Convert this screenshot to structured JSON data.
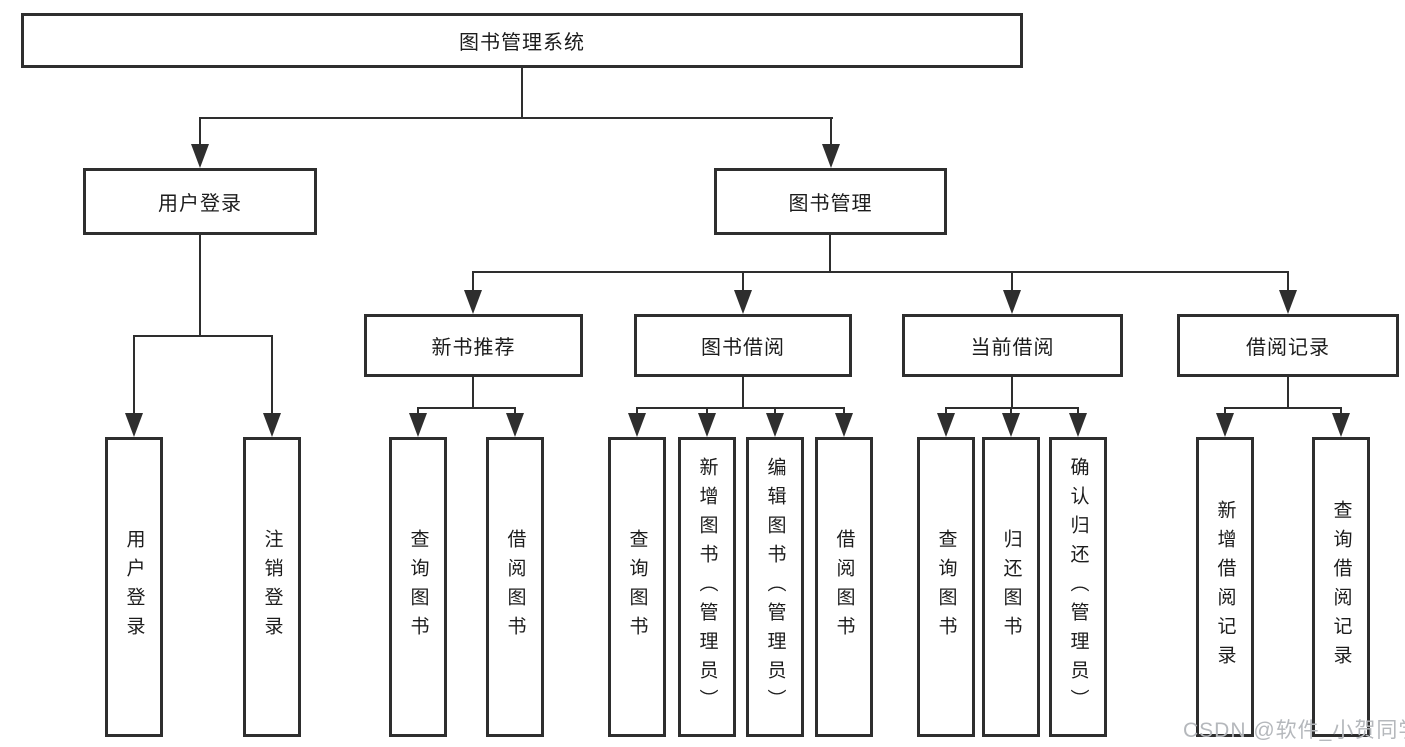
{
  "diagram_title": "图书管理系统",
  "tree": {
    "root": {
      "label": "图书管理系统"
    },
    "level2": [
      {
        "label": "用户登录",
        "children": [
          {
            "label": "用户登录"
          },
          {
            "label": "注销登录"
          }
        ]
      },
      {
        "label": "图书管理",
        "children": [
          {
            "label": "新书推荐",
            "children": [
              {
                "label": "查询图书"
              },
              {
                "label": "借阅图书"
              }
            ]
          },
          {
            "label": "图书借阅",
            "children": [
              {
                "label": "查询图书"
              },
              {
                "label": "新增图书（管理员）"
              },
              {
                "label": "编辑图书（管理员）"
              },
              {
                "label": "借阅图书"
              }
            ]
          },
          {
            "label": "当前借阅",
            "children": [
              {
                "label": "查询图书"
              },
              {
                "label": "归还图书"
              },
              {
                "label": "确认归还（管理员）"
              }
            ]
          },
          {
            "label": "借阅记录",
            "children": [
              {
                "label": "新增借阅记录"
              },
              {
                "label": "查询借阅记录"
              }
            ]
          }
        ]
      }
    ]
  },
  "watermark": {
    "text": "CSDN @软件_小贺同学"
  },
  "colors": {
    "line": "#2e2e2e",
    "text": "#1c1c1c",
    "watermark": "#b5b8bc",
    "background": "#ffffff"
  }
}
